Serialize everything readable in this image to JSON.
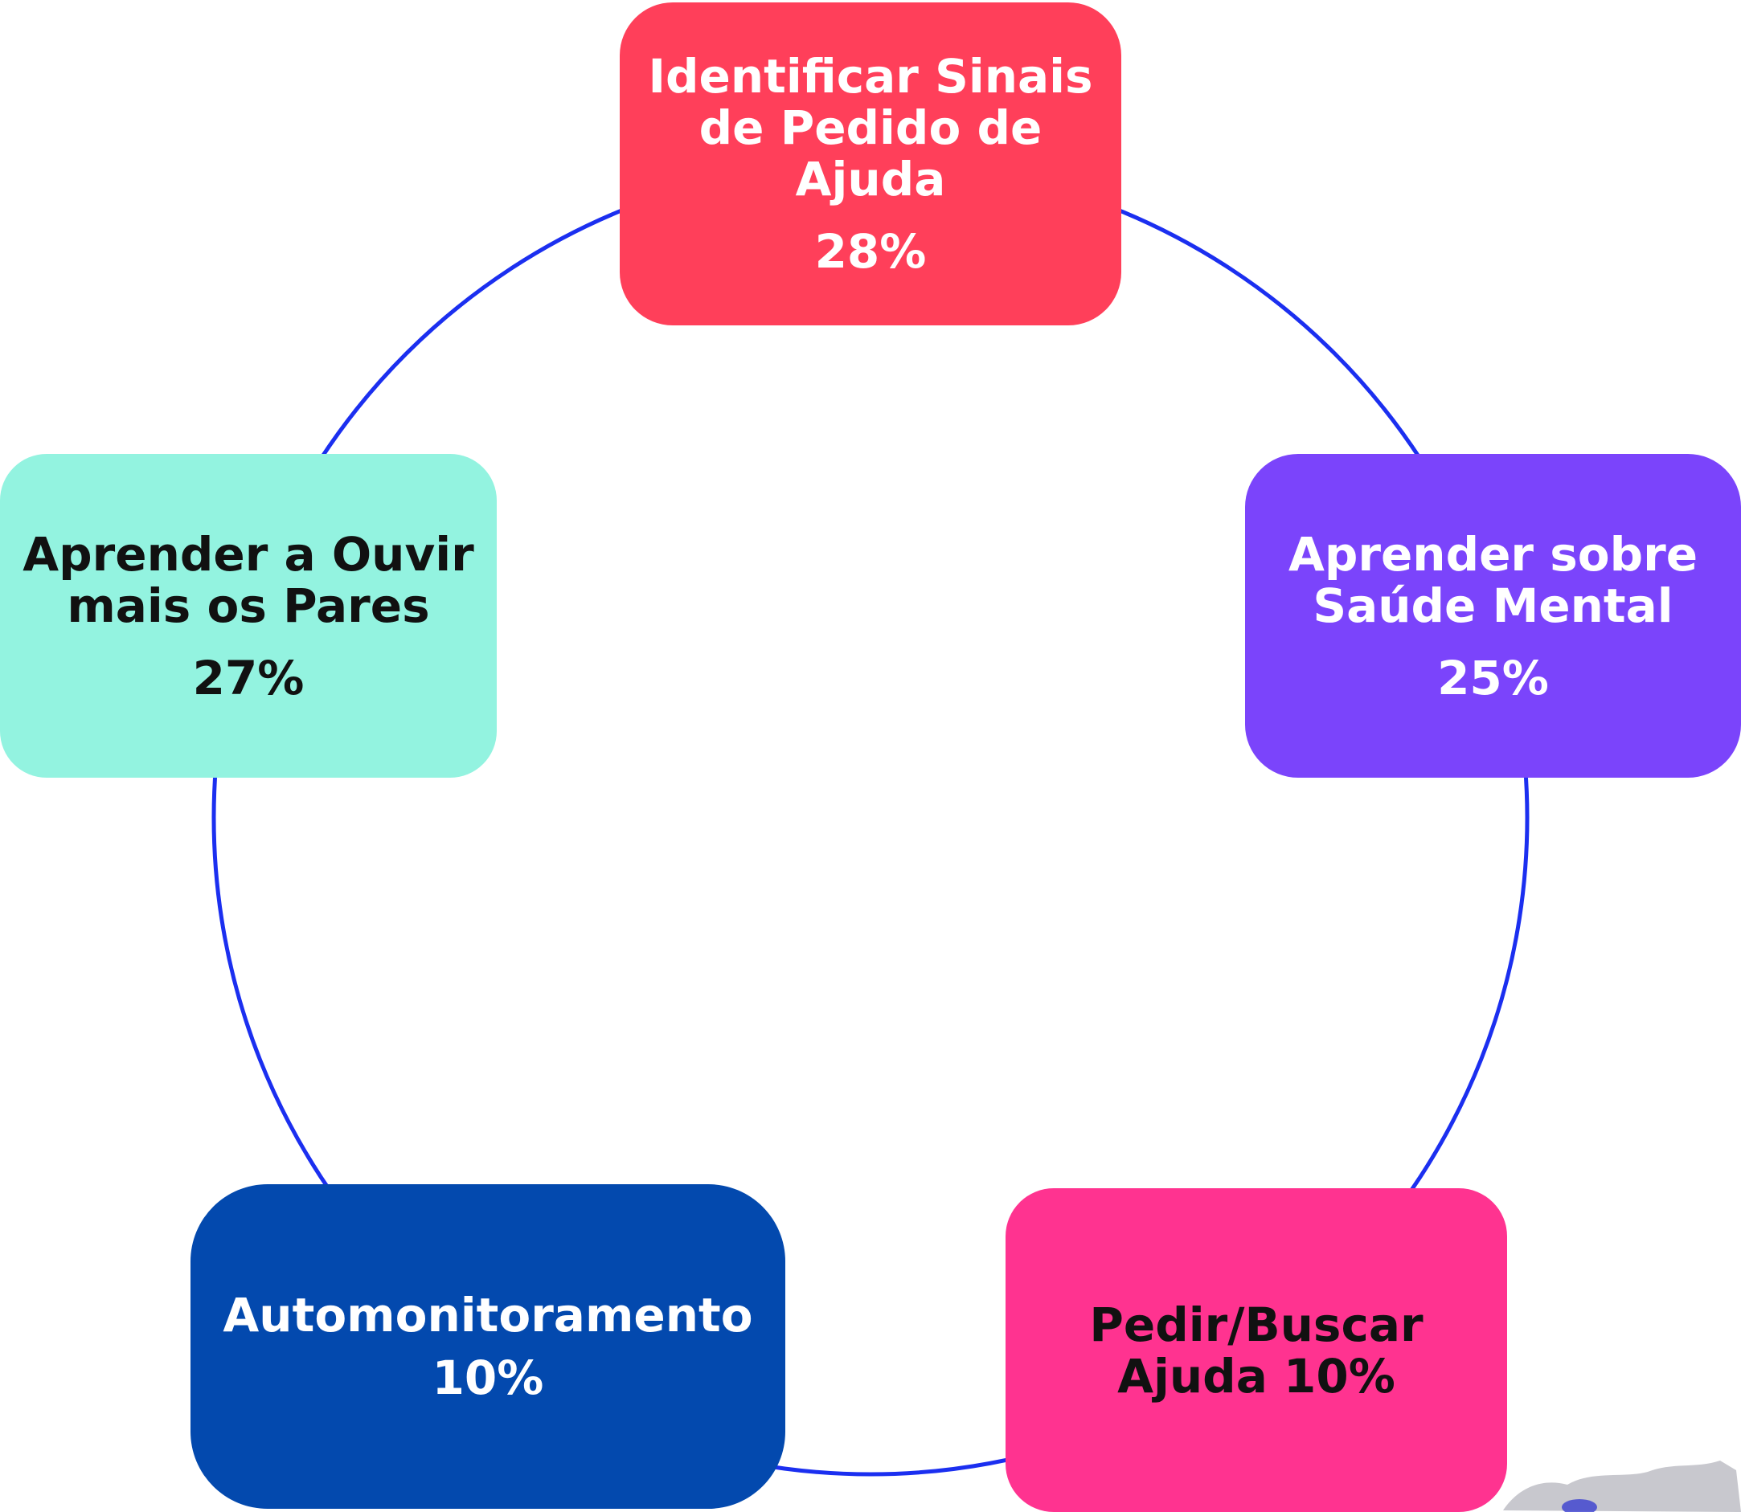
{
  "diagram": {
    "type": "cycle",
    "ring_color": "#1b2ff0",
    "nodes": [
      {
        "id": "top",
        "label": "Identificar Sinais\nde Pedido de\nAjuda",
        "percent": "28%",
        "fill": "#ff3f5a",
        "text_color": "#ffffff"
      },
      {
        "id": "right",
        "label": "Aprender sobre\nSaúde Mental",
        "percent": "25%",
        "fill": "#7b44fb",
        "text_color": "#ffffff"
      },
      {
        "id": "bottom-right",
        "label": "Pedir/Buscar\nAjuda 10%",
        "percent": "",
        "fill": "#ff3390",
        "text_color": "#111111"
      },
      {
        "id": "bottom-left",
        "label": "Automonitoramento",
        "percent": "10%",
        "fill": "#0349ae",
        "text_color": "#ffffff"
      },
      {
        "id": "left",
        "label": "Aprender a Ouvir\nmais os Pares",
        "percent": "27%",
        "fill": "#93f3e0",
        "text_color": "#111111"
      }
    ]
  }
}
